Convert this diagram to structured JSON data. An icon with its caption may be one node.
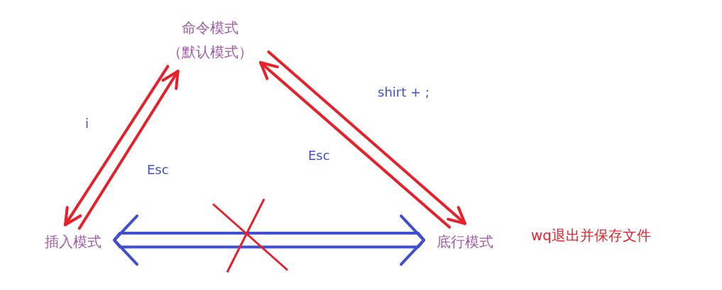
{
  "diagram": {
    "nodes": [
      {
        "text": [
          "命令模式",
          "（默认模式）"
        ]
      },
      {
        "text": [
          "插入模式"
        ]
      },
      {
        "text": [
          "底行模式"
        ],
        "beside": [
          "wq退出并保存文件"
        ]
      }
    ],
    "edges": [
      {
        "from": 0,
        "to": 1,
        "arrow": "to",
        "label": "i"
      },
      {
        "from": 1,
        "to": 0,
        "arrow": "to",
        "label": "Esc"
      },
      {
        "from": 0,
        "to": 2,
        "arrow": "to",
        "label": "shirt + ;"
      },
      {
        "from": 2,
        "to": 0,
        "arrow": "to",
        "label": "Esc"
      },
      {
        "from": 1,
        "to": 2,
        "arrow": "both",
        "color": "#3f4fd0"
      }
    ]
  }
}
